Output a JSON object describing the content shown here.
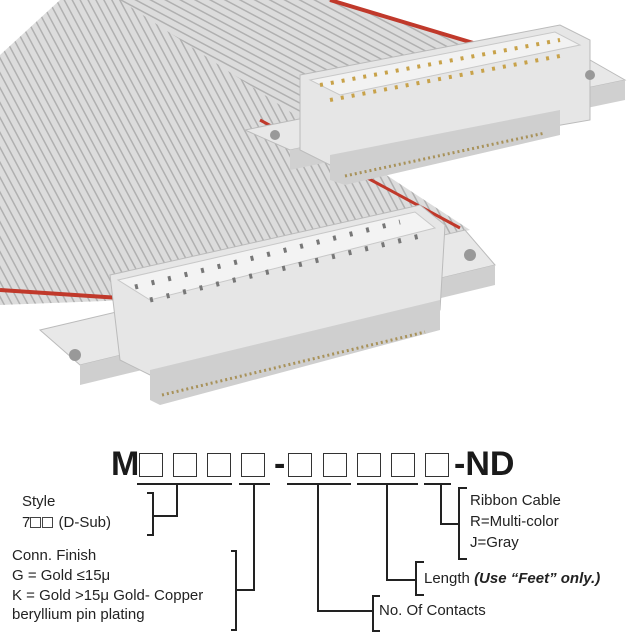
{
  "part_number": {
    "prefix": "M",
    "separator": "-",
    "suffix": "-ND"
  },
  "style": {
    "title": "Style",
    "value_prefix": "7",
    "value_suffix": "(D-Sub)"
  },
  "finish": {
    "title": "Conn. Finish",
    "line1": "G = Gold ≤15μ",
    "line2": "K = Gold >15μ Gold- Copper",
    "line3": "beryllium pin plating"
  },
  "contacts": {
    "label": "No. Of Contacts"
  },
  "length": {
    "label": "Length",
    "note": "(Use “Feet” only.)"
  },
  "ribbon": {
    "title": "Ribbon Cable",
    "option1": "R=Multi-color",
    "option2": "J=Gray"
  },
  "colors": {
    "cable": "#d9d9d9",
    "stripe": "#b8b8b8",
    "red_edge": "#c0392b",
    "connector": "#e4e4e4"
  }
}
